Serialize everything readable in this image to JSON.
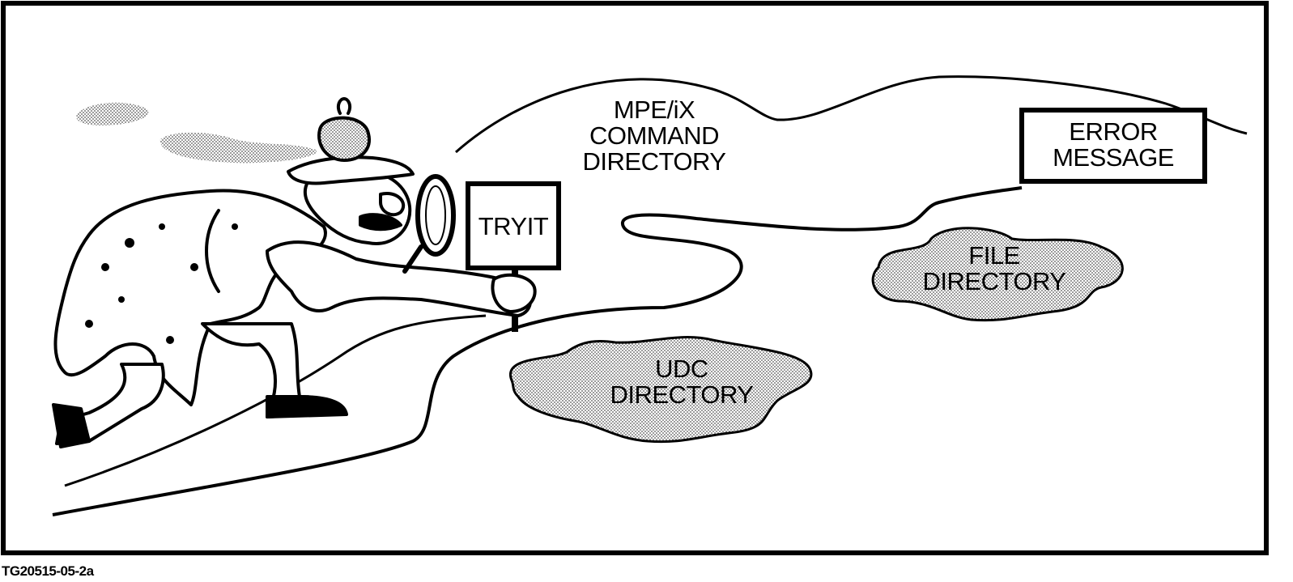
{
  "labels": {
    "mpe_line1": "MPE/iX",
    "mpe_line2": "COMMAND",
    "mpe_line3": "DIRECTORY",
    "error_line1": "ERROR",
    "error_line2": "MESSAGE",
    "file_line1": "FILE",
    "file_line2": "DIRECTORY",
    "udc_line1": "UDC",
    "udc_line2": "DIRECTORY",
    "sign": "TRYIT"
  },
  "caption": "TG20515-05-2a",
  "colors": {
    "ink": "#000000",
    "paper": "#ffffff",
    "shade": "#bdbdbd"
  }
}
